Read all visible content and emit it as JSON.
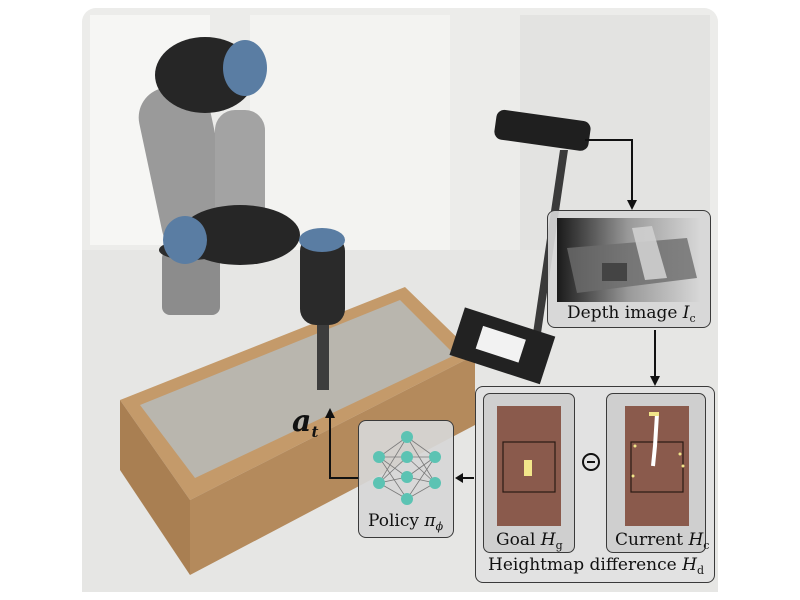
{
  "depth": {
    "label": "Depth image ",
    "symbol": "I",
    "subscript": "c"
  },
  "goal": {
    "label": "Goal ",
    "symbol": "H",
    "subscript": "g"
  },
  "current": {
    "label": "Current ",
    "symbol": "H",
    "subscript": "c"
  },
  "heightmap": {
    "label": "Heightmap difference ",
    "symbol": "H",
    "subscript": "d"
  },
  "policy": {
    "label": "Policy ",
    "symbol": "π",
    "subscript": "ϕ"
  },
  "action": {
    "symbol": "a",
    "subscript": "t"
  },
  "colors": {
    "heightmap_bg": "#8a5a4c",
    "highlight": "#f2e68a",
    "sand": "#b9b6ae",
    "wood": "#b48a5c",
    "node": "#5cc3b3"
  }
}
